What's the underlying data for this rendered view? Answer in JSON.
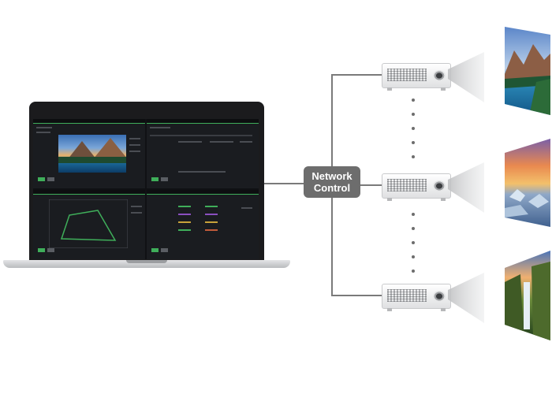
{
  "network_label": {
    "line1": "Network",
    "line2": "Control"
  },
  "colors": {
    "connector": "#7a7a7a",
    "network_box": "#6d6d6d",
    "accent_green": "#3fae5a",
    "laptop_dark": "#1b1b1d"
  },
  "laptop": {
    "panes": [
      "preview-pane",
      "tools-pane",
      "warp-pane",
      "color-pane"
    ]
  },
  "projectors": [
    {
      "name": "projector-1",
      "image": "mountain-lake-image"
    },
    {
      "name": "projector-2",
      "image": "glacier-sunset-image"
    },
    {
      "name": "projector-3",
      "image": "waterfall-valley-image"
    }
  ]
}
